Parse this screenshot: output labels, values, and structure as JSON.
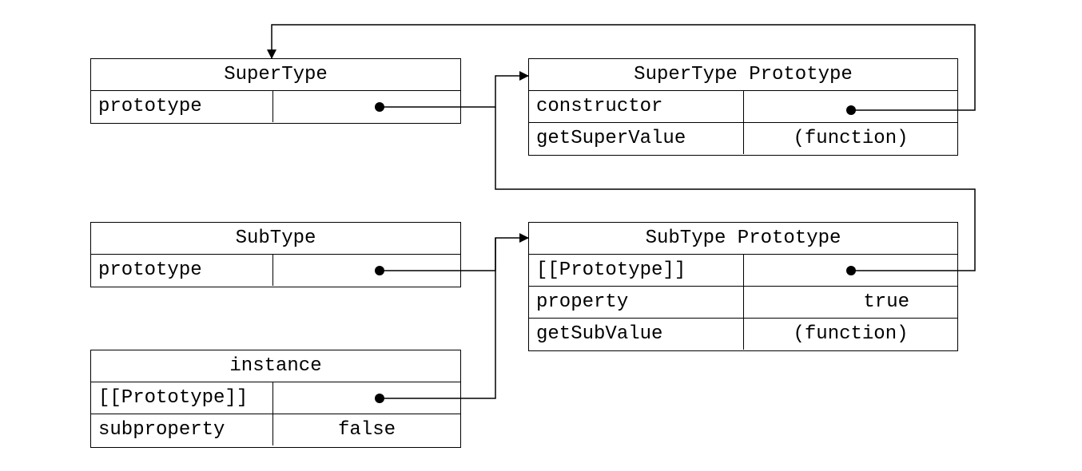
{
  "boxes": {
    "supertype": {
      "title": "SuperType",
      "rows": [
        {
          "key": "prototype",
          "value": ""
        }
      ]
    },
    "supertype_prototype": {
      "title": "SuperType Prototype",
      "rows": [
        {
          "key": "constructor",
          "value": ""
        },
        {
          "key": "getSuperValue",
          "value": "(function)"
        }
      ]
    },
    "subtype": {
      "title": "SubType",
      "rows": [
        {
          "key": "prototype",
          "value": ""
        }
      ]
    },
    "subtype_prototype": {
      "title": "SubType Prototype",
      "rows": [
        {
          "key": "[[Prototype]]",
          "value": ""
        },
        {
          "key": "property",
          "value": "true"
        },
        {
          "key": "getSubValue",
          "value": "(function)"
        }
      ]
    },
    "instance": {
      "title": "instance",
      "rows": [
        {
          "key": "[[Prototype]]",
          "value": ""
        },
        {
          "key": "subproperty",
          "value": "false"
        }
      ]
    }
  },
  "pointers": [
    {
      "from": "SuperType.prototype",
      "to": "SuperType Prototype"
    },
    {
      "from": "SuperType Prototype.constructor",
      "to": "SuperType"
    },
    {
      "from": "SubType.prototype",
      "to": "SubType Prototype"
    },
    {
      "from": "SubType Prototype.[[Prototype]]",
      "to": "SuperType Prototype"
    },
    {
      "from": "instance.[[Prototype]]",
      "to": "SubType Prototype"
    }
  ]
}
